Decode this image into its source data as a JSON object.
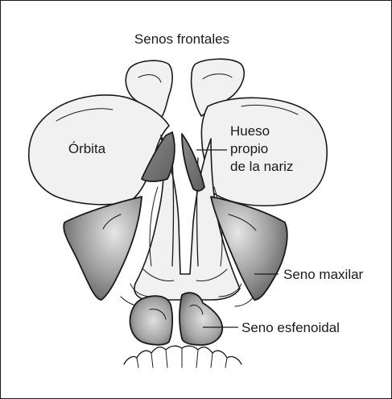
{
  "labels": {
    "frontal_sinuses": "Senos frontales",
    "orbit": "Órbita",
    "nasal_bone_line1": "Hueso",
    "nasal_bone_line2": "propio",
    "nasal_bone_line3": "de la nariz",
    "maxillary_sinus": "Seno maxilar",
    "sphenoid_sinus": "Seno esfenoidal"
  }
}
